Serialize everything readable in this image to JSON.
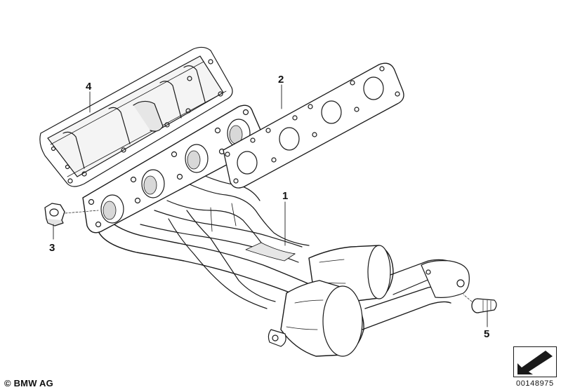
{
  "callouts": [
    {
      "id": "1",
      "label": "1"
    },
    {
      "id": "2",
      "label": "2"
    },
    {
      "id": "3",
      "label": "3"
    },
    {
      "id": "4",
      "label": "4"
    },
    {
      "id": "5",
      "label": "5"
    }
  ],
  "footer": {
    "copyright": "© BMW AG",
    "doc_number": "00148975"
  },
  "icons": {
    "orientation": "orientation-arrow-icon"
  },
  "colors": {
    "line": "#1a1a1a",
    "shade": "#dcdcdc",
    "background": "#ffffff"
  }
}
